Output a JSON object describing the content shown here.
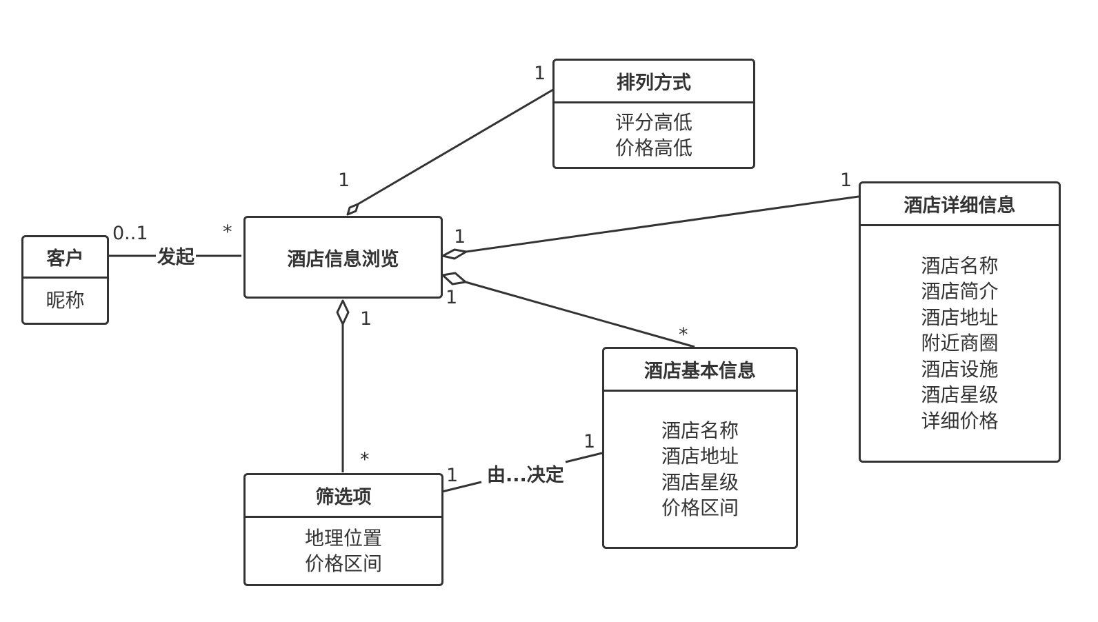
{
  "classes": [
    {
      "id": "customer",
      "name": "客户",
      "attributes": [
        "昵称"
      ]
    },
    {
      "id": "browse",
      "name": "酒店信息浏览",
      "attributes": []
    },
    {
      "id": "sort",
      "name": "排列方式",
      "attributes": [
        "评分高低",
        "价格高低"
      ]
    },
    {
      "id": "detail",
      "name": "酒店详细信息",
      "attributes": [
        "酒店名称",
        "酒店简介",
        "酒店地址",
        "附近商圈",
        "酒店设施",
        "酒店星级",
        "详细价格"
      ]
    },
    {
      "id": "basic",
      "name": "酒店基本信息",
      "attributes": [
        "酒店名称",
        "酒店地址",
        "酒店星级",
        "价格区间"
      ]
    },
    {
      "id": "filter",
      "name": "筛选项",
      "attributes": [
        "地理位置",
        "价格区间"
      ]
    }
  ],
  "associations": [
    {
      "id": "initiate",
      "from": "customer",
      "to": "browse",
      "label": "发起",
      "from_mult": "0..1",
      "to_mult": "*"
    },
    {
      "id": "browse-sort",
      "from": "browse",
      "to": "sort",
      "kind": "aggregation",
      "from_mult": "1",
      "to_mult": "1"
    },
    {
      "id": "browse-detail",
      "from": "browse",
      "to": "detail",
      "kind": "aggregation",
      "from_mult": "1",
      "to_mult": "1"
    },
    {
      "id": "browse-basic",
      "from": "browse",
      "to": "basic",
      "kind": "aggregation",
      "from_mult": "1",
      "to_mult": "*"
    },
    {
      "id": "browse-filter",
      "from": "browse",
      "to": "filter",
      "kind": "aggregation",
      "from_mult": "1",
      "to_mult": "*"
    },
    {
      "id": "decide",
      "from": "filter",
      "to": "basic",
      "label": "由...决定",
      "from_mult": "1",
      "to_mult": "1"
    }
  ]
}
